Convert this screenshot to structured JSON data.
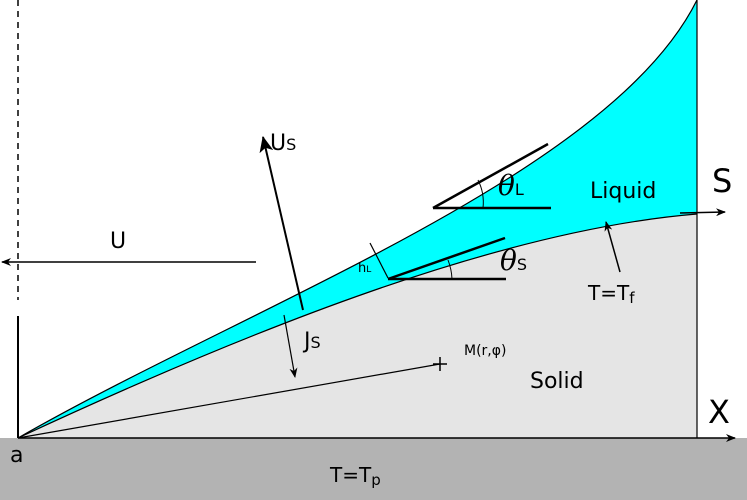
{
  "labels": {
    "U": "U",
    "Us_main": "U",
    "Us_sub": "S",
    "Js_main": "J",
    "Js_sub": "S",
    "hL_main": "h",
    "hL_sub": "L",
    "thetaL_main": "θ",
    "thetaL_sub": "L",
    "thetaS_main": "θ",
    "thetaS_sub": "S",
    "S": "S",
    "X": "X",
    "a": "a",
    "liquid": "Liquid",
    "solid": "Solid",
    "point_M": "M(r,φ)",
    "Tf_main": "T=T",
    "Tf_sub": "f",
    "Tp_main": "T=T",
    "Tp_sub": "p"
  },
  "colors": {
    "liquid": "#00ffff",
    "solid": "#e5e5e5",
    "plate": "#b3b3b3"
  }
}
